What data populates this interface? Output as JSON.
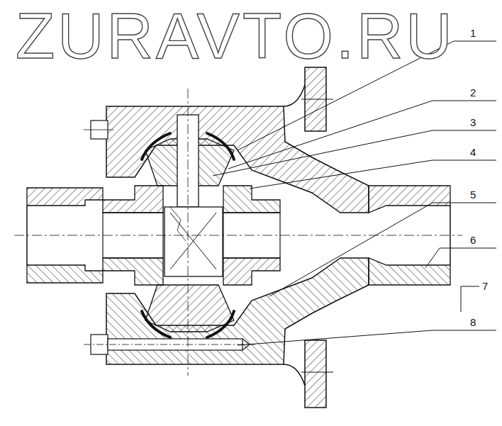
{
  "diagram": {
    "labels": [
      "ZURAVTO.RU",
      "1",
      "2",
      "3",
      "4",
      "5",
      "6",
      "7",
      "8"
    ]
  }
}
